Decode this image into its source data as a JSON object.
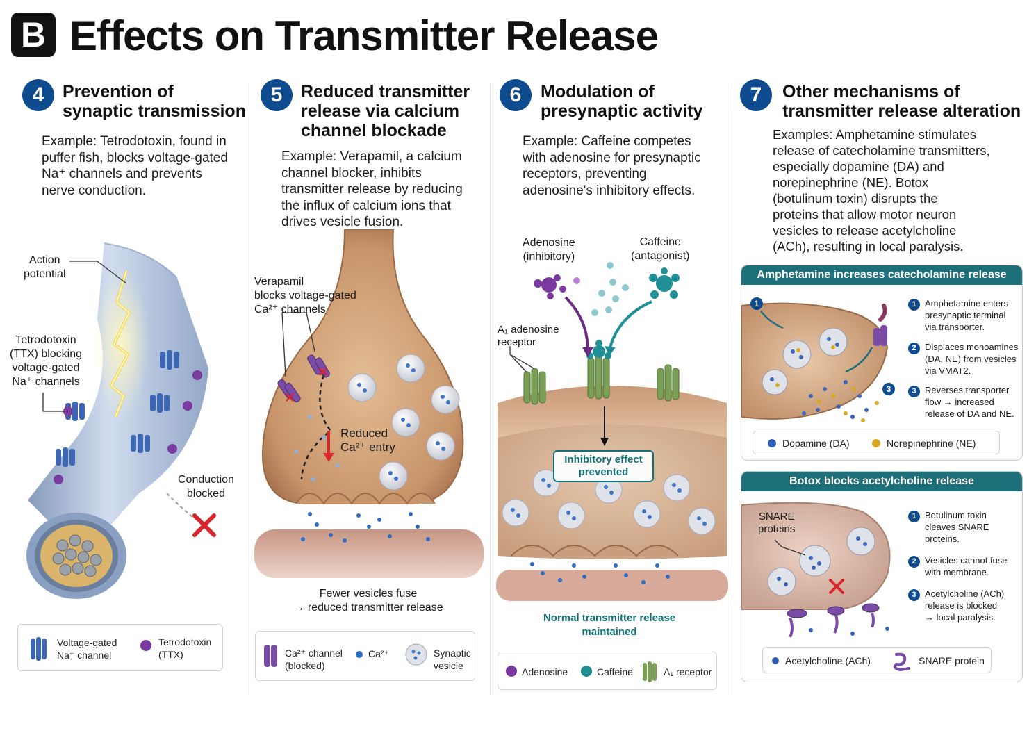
{
  "header": {
    "badge": "B",
    "title": "Effects on Transmitter Release"
  },
  "colors": {
    "number_badge": "#0f4c8f",
    "box_header": "#1d6f7a",
    "accent_teal": "#12707a",
    "blocked_red": "#d8262c"
  },
  "panels": [
    {
      "number": "4",
      "title_lines": [
        "Prevention of",
        "synaptic transmission"
      ],
      "text_lines": [
        "Example: Tetrodotoxin, found in",
        "puffer fish, blocks voltage-gated",
        "Na⁺ channels and prevents",
        "nerve conduction."
      ],
      "labels": {
        "action_potential": [
          "Action",
          "potential"
        ],
        "ttx": [
          "Tetrodotoxin",
          "(TTX) blocking",
          "voltage-gated",
          "Na⁺ channels"
        ],
        "conduction": [
          "Conduction",
          "blocked"
        ]
      },
      "legend": [
        {
          "icon": "na-channel-icon",
          "lines": [
            "Voltage-gated",
            "Na⁺ channel"
          ]
        },
        {
          "icon": "ttx-icon",
          "lines": [
            "Tetrodotoxin",
            "(TTX)"
          ]
        }
      ]
    },
    {
      "number": "5",
      "title_lines": [
        "Reduced transmitter",
        "release via calcium",
        "channel blockade"
      ],
      "text_lines": [
        "Example: Verapamil, a calcium",
        "channel blocker, inhibits",
        "transmitter release by reducing",
        "the influx of calcium ions that",
        "drives vesicle fusion."
      ],
      "labels": {
        "verapamil": [
          "Verapamil",
          "blocks voltage-gated",
          "Ca²⁺ channels"
        ],
        "reduced": [
          "Reduced",
          "Ca²⁺ entry"
        ],
        "fewer": [
          "Fewer vesicles fuse",
          "→ reduced transmitter release"
        ]
      },
      "legend": [
        {
          "icon": "ca-channel-icon",
          "lines": [
            "Ca²⁺ channel",
            "(blocked)"
          ]
        },
        {
          "icon": "ca-ion-icon",
          "lines": [
            "Ca²⁺"
          ]
        },
        {
          "icon": "vesicle-icon",
          "lines": [
            "Synaptic",
            "vesicle"
          ]
        }
      ]
    },
    {
      "number": "6",
      "title_lines": [
        "Modulation of",
        "presynaptic activity"
      ],
      "text_lines": [
        "Example: Caffeine competes",
        "with adenosine for presynaptic",
        "receptors, preventing",
        "adenosine's inhibitory effects."
      ],
      "labels": {
        "adenosine": [
          "Adenosine",
          "(inhibitory)"
        ],
        "caffeine": [
          "Caffeine",
          "(antagonist)"
        ],
        "a1": [
          "A₁ adenosine",
          "receptor"
        ],
        "inhibitory": [
          "Inhibitory effect",
          "prevented"
        ],
        "normal": [
          "Normal transmitter release",
          "maintained"
        ]
      },
      "legend": [
        {
          "icon": "adenosine-icon",
          "lines": [
            "Adenosine"
          ]
        },
        {
          "icon": "caffeine-icon",
          "lines": [
            "Caffeine"
          ]
        },
        {
          "icon": "a1-receptor-icon",
          "lines": [
            "A₁ receptor"
          ]
        }
      ]
    },
    {
      "number": "7",
      "title_lines": [
        "Other mechanisms of",
        "transmitter release alteration"
      ],
      "text_lines": [
        "Examples: Amphetamine stimulates",
        "release of catecholamine transmitters,",
        "especially dopamine (DA) and",
        "norepinephrine (NE). Botox",
        "(botulinum toxin) disrupts the",
        "proteins that allow motor neuron",
        "vesicles to release acetylcholine",
        "(ACh), resulting in local paralysis."
      ],
      "amphetamine_box": {
        "header": "Amphetamine increases catecholamine release",
        "steps": [
          {
            "n": "1",
            "lines": [
              "Amphetamine enters",
              "presynaptic terminal",
              "via transporter."
            ]
          },
          {
            "n": "2",
            "lines": [
              "Displaces monoamines",
              "(DA, NE) from vesicles",
              "via VMAT2."
            ]
          },
          {
            "n": "3",
            "lines": [
              "Reverses transporter",
              "flow → increased",
              "release of DA and NE."
            ]
          }
        ],
        "legend": [
          {
            "icon": "dopamine-icon",
            "label": "Dopamine (DA)"
          },
          {
            "icon": "norepinephrine-icon",
            "label": "Norepinephrine (NE)"
          }
        ]
      },
      "botox_box": {
        "header": "Botox blocks acetylcholine release",
        "snare_label": [
          "SNARE",
          "proteins"
        ],
        "steps": [
          {
            "n": "1",
            "lines": [
              "Botulinum toxin",
              "cleaves SNARE",
              "proteins."
            ]
          },
          {
            "n": "2",
            "lines": [
              "Vesicles cannot fuse",
              "with membrane."
            ]
          },
          {
            "n": "3",
            "lines": [
              "Acetylcholine (ACh)",
              "release is blocked",
              "→ local paralysis."
            ]
          }
        ],
        "legend": [
          {
            "icon": "acetylcholine-icon",
            "label": "Acetylcholine (ACh)"
          },
          {
            "icon": "snare-protein-icon",
            "label": "SNARE protein"
          }
        ]
      }
    }
  ]
}
